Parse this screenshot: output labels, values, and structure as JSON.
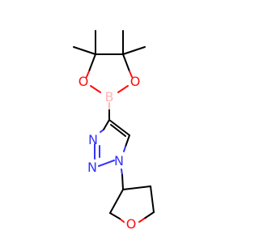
{
  "molecule": {
    "atoms": {
      "boron": "B",
      "ring_oxygen_left": "O",
      "ring_oxygen_right": "O",
      "triazole_n1": "N",
      "triazole_n2": "N",
      "triazole_n3": "N",
      "oxolane_oxygen": "O"
    }
  },
  "colors": {
    "carbon_bond": "#000000",
    "nitrogen": "#3333ff",
    "oxygen": "#ff0d0d",
    "boron": "#ffb5b5",
    "background": "#ffffff"
  }
}
